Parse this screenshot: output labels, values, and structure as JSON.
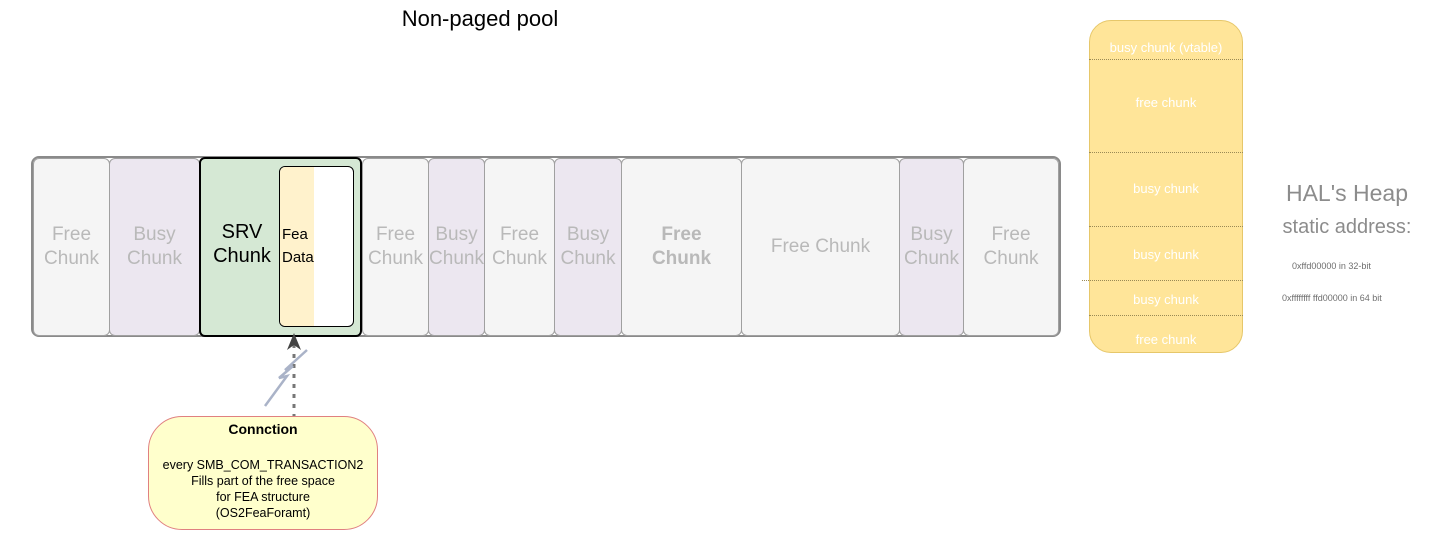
{
  "title": "Non-paged pool",
  "pool": {
    "chunks": [
      {
        "label": "Free\nChunk",
        "kind": "free",
        "bold": false
      },
      {
        "label": "Busy\nChunk",
        "kind": "busy",
        "bold": false
      },
      {
        "label": "Free\nChunk",
        "kind": "free",
        "bold": false
      },
      {
        "label": "Busy\nChunk",
        "kind": "busy",
        "bold": false
      },
      {
        "label": "Free\nChunk",
        "kind": "free",
        "bold": false
      },
      {
        "label": "Busy\nChunk",
        "kind": "busy",
        "bold": false
      },
      {
        "label": "Free\nChunk",
        "kind": "free",
        "bold": true
      },
      {
        "label": "Free Chunk",
        "kind": "free",
        "bold": false
      },
      {
        "label": "Busy\nChunk",
        "kind": "busy",
        "bold": false
      },
      {
        "label": "Free\nChunk",
        "kind": "free",
        "bold": false
      }
    ],
    "srv_label": "SRV\nChunk",
    "fea_label": "Fea\nData"
  },
  "hal": {
    "rows": [
      "busy chunk (vtable)",
      "free chunk",
      "busy chunk",
      "busy chunk",
      "busy chunk",
      "free chunk"
    ],
    "title": "HAL's Heap",
    "subtitle": "static address:",
    "addr_32": "0xffd00000 in 32-bit",
    "addr_64": "0xffffffff ffd00000 in 64 bit"
  },
  "connection": {
    "title": "Connction",
    "body": "every SMB_COM_TRANSACTION2\nFills part of the free space\nfor FEA structure\n(OS2FeaForamt)"
  },
  "colors": {
    "free": "#f5f5f5",
    "busy": "#ece7f0",
    "srv": "#d5e8d4",
    "fea": "#fff2cc",
    "hal": "#ffe599",
    "connection": "#ffffcc"
  }
}
